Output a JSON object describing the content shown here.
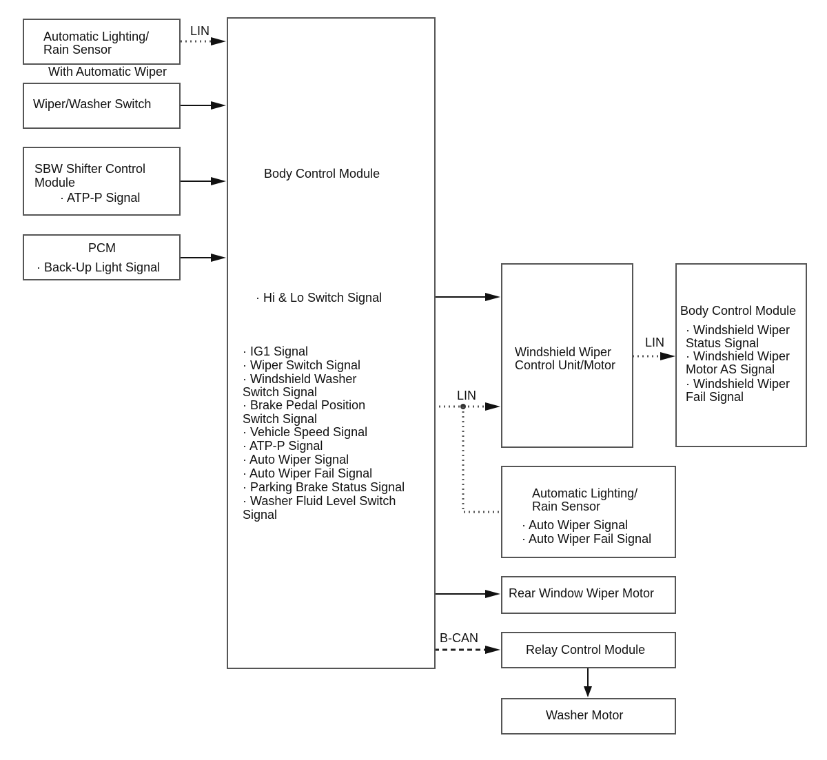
{
  "inputs": {
    "auto_lighting": {
      "line1": "Automatic Lighting/",
      "line2": "Rain Sensor",
      "note": "With Automatic Wiper",
      "link": "LIN"
    },
    "wiper_switch": {
      "label": "Wiper/Washer Switch"
    },
    "sbw": {
      "line1": "SBW Shifter Control",
      "line2": "Module",
      "signal": "· ATP-P Signal"
    },
    "pcm": {
      "title": "PCM",
      "signal": "· Back-Up Light Signal"
    }
  },
  "bcm": {
    "title": "Body Control Module",
    "hilo": "· Hi & Lo Switch Signal",
    "signals": [
      "· IG1 Signal",
      "· Wiper Switch Signal",
      "· Windshield Washer",
      "Switch Signal",
      "· Brake Pedal Position",
      "Switch Signal",
      "· Vehicle Speed Signal",
      "· ATP-P Signal",
      "· Auto Wiper Signal",
      "· Auto Wiper Fail Signal",
      "· Parking Brake Status Signal",
      "· Washer Fluid Level Switch",
      "Signal"
    ]
  },
  "outputs": {
    "wiper_unit": {
      "line1": "Windshield Wiper",
      "line2": "Control Unit/Motor",
      "link_in": "LIN",
      "link_out": "LIN"
    },
    "bcm_right": {
      "title": "Body Control Module",
      "lines": [
        "· Windshield Wiper",
        "Status Signal",
        "· Windshield Wiper",
        "Motor AS Signal",
        "· Windshield Wiper",
        "Fail Signal"
      ]
    },
    "rain_sensor": {
      "line1": "Automatic Lighting/",
      "line2": "Rain Sensor",
      "sig1": "· Auto Wiper Signal",
      "sig2": "· Auto Wiper Fail Signal"
    },
    "rear_wiper": {
      "label": "Rear Window Wiper Motor"
    },
    "relay": {
      "label": "Relay Control Module",
      "link": "B-CAN"
    },
    "washer": {
      "label": "Washer Motor"
    }
  }
}
